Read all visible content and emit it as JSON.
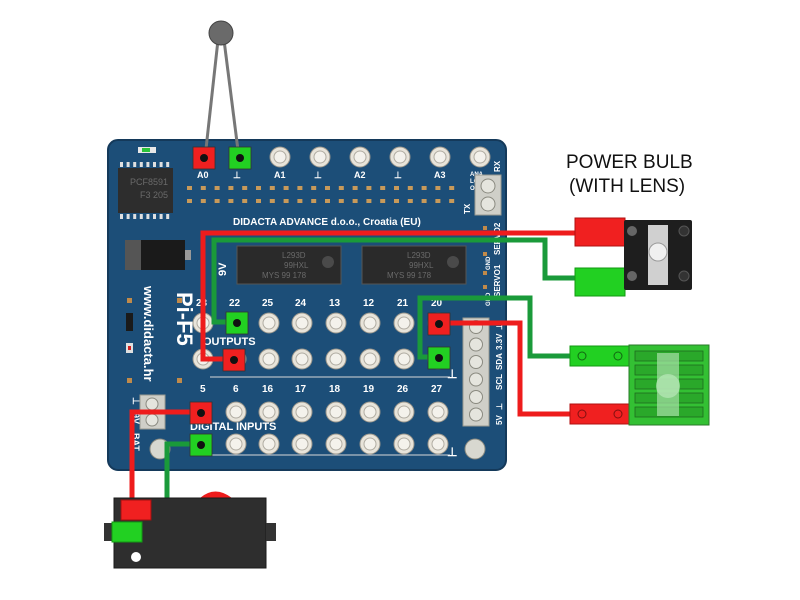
{
  "colors": {
    "board": "#1c4e78",
    "board_edge": "#14395a",
    "wire_red": "#ee1c1c",
    "wire_green": "#1a9a3a",
    "plug_red": "#f02020",
    "plug_green": "#22d022",
    "hole_ring": "#e8e4da",
    "chip_body": "#2a2a2a"
  },
  "board": {
    "name": "Pi-F5",
    "website": "www.didacta.hr",
    "manufacturer": "DIDACTA  ADVANCE d.o.o., Croatia (EU)",
    "converter_chip": {
      "line1": "PCF8591",
      "line2": "F3 205"
    },
    "driver_chips": [
      {
        "line1": "L293D",
        "line2": "99HXL",
        "line3": "MYS  99 178"
      },
      {
        "line1": "L293D",
        "line2": "99HXL",
        "line3": "MYS  99 178"
      }
    ],
    "analog_labels": [
      "A0",
      "⊥",
      "A1",
      "⊥",
      "A2",
      "⊥",
      "A3",
      "⊥"
    ],
    "analog_out_label": [
      "ANA",
      "LOG",
      "OUT."
    ],
    "serial_labels": {
      "rx": "RX",
      "tx": "TX"
    },
    "servo_labels": [
      "SERVO2",
      "GND",
      "SERVO1",
      "GND"
    ],
    "power_jack_labels": [
      "9V",
      "⊥"
    ],
    "outputs_title": "OUTPUTS",
    "outputs_top_pins": [
      "23",
      "22",
      "25",
      "24",
      "13",
      "12",
      "21",
      "20"
    ],
    "outputs_bottom_pins": [
      "5",
      "6",
      "16",
      "17",
      "18",
      "19",
      "26",
      "27"
    ],
    "inputs_title": "DIGITAL INPUTS",
    "bus_labels": [
      "⊥",
      "3.3V",
      "SDA",
      "SCL",
      "⊥",
      "5V"
    ],
    "battery_labels": [
      "⊥",
      "9V",
      "BAT"
    ],
    "ground_symbol": "⊥"
  },
  "components": {
    "power_bulb": {
      "label_line1": "POWER BULB",
      "label_line2": "(WITH LENS)"
    },
    "sensor": {
      "type": "thermistor"
    },
    "solar_panel": {
      "type": "solar-cell"
    },
    "switch": {
      "type": "rocker-switch"
    }
  },
  "connections": [
    {
      "from": "thermistor",
      "to": "A0 / ⊥"
    },
    {
      "from": "OUTPUT 6 (red)",
      "to": "power-bulb +"
    },
    {
      "from": "OUTPUT 22 (green)",
      "to": "power-bulb -"
    },
    {
      "from": "OUTPUT 20 (red)",
      "to": "solar-panel +"
    },
    {
      "from": "OUTPUT 27 ⊥ (green)",
      "to": "solar-panel -"
    },
    {
      "from": "DIGITAL INPUT 5 (red)",
      "to": "switch +"
    },
    {
      "from": "DIGITAL INPUT ⊥ (green)",
      "to": "switch -"
    }
  ]
}
